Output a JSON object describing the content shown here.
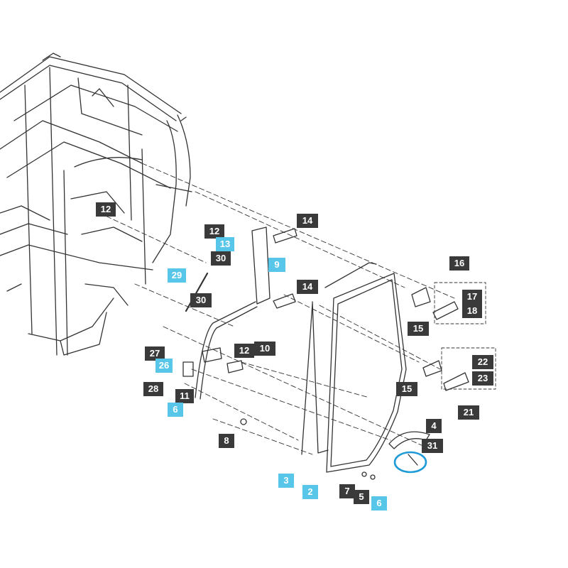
{
  "colors": {
    "dark_label": "#3a3a3a",
    "cyan_label": "#57c6e8",
    "highlight_circle": "#1e9bd7",
    "line": "#333333"
  },
  "callouts": [
    {
      "text": "12",
      "style": "dark"
    },
    {
      "text": "14",
      "style": "dark"
    },
    {
      "text": "12",
      "style": "dark"
    },
    {
      "text": "13",
      "style": "cyan"
    },
    {
      "text": "30",
      "style": "dark"
    },
    {
      "text": "9",
      "style": "cyan"
    },
    {
      "text": "29",
      "style": "cyan"
    },
    {
      "text": "14",
      "style": "dark"
    },
    {
      "text": "30",
      "style": "dark"
    },
    {
      "text": "16",
      "style": "dark"
    },
    {
      "text": "17",
      "style": "dark"
    },
    {
      "text": "18",
      "style": "dark"
    },
    {
      "text": "15",
      "style": "dark"
    },
    {
      "text": "27",
      "style": "dark"
    },
    {
      "text": "26",
      "style": "cyan"
    },
    {
      "text": "12",
      "style": "dark"
    },
    {
      "text": "10",
      "style": "dark"
    },
    {
      "text": "28",
      "style": "dark"
    },
    {
      "text": "11",
      "style": "dark"
    },
    {
      "text": "6",
      "style": "cyan"
    },
    {
      "text": "22",
      "style": "dark"
    },
    {
      "text": "23",
      "style": "dark"
    },
    {
      "text": "15",
      "style": "dark"
    },
    {
      "text": "21",
      "style": "dark"
    },
    {
      "text": "4",
      "style": "dark"
    },
    {
      "text": "31",
      "style": "dark"
    },
    {
      "text": "8",
      "style": "dark"
    },
    {
      "text": "3",
      "style": "cyan"
    },
    {
      "text": "2",
      "style": "cyan"
    },
    {
      "text": "7",
      "style": "dark"
    },
    {
      "text": "5",
      "style": "dark"
    },
    {
      "text": "6",
      "style": "cyan"
    }
  ]
}
